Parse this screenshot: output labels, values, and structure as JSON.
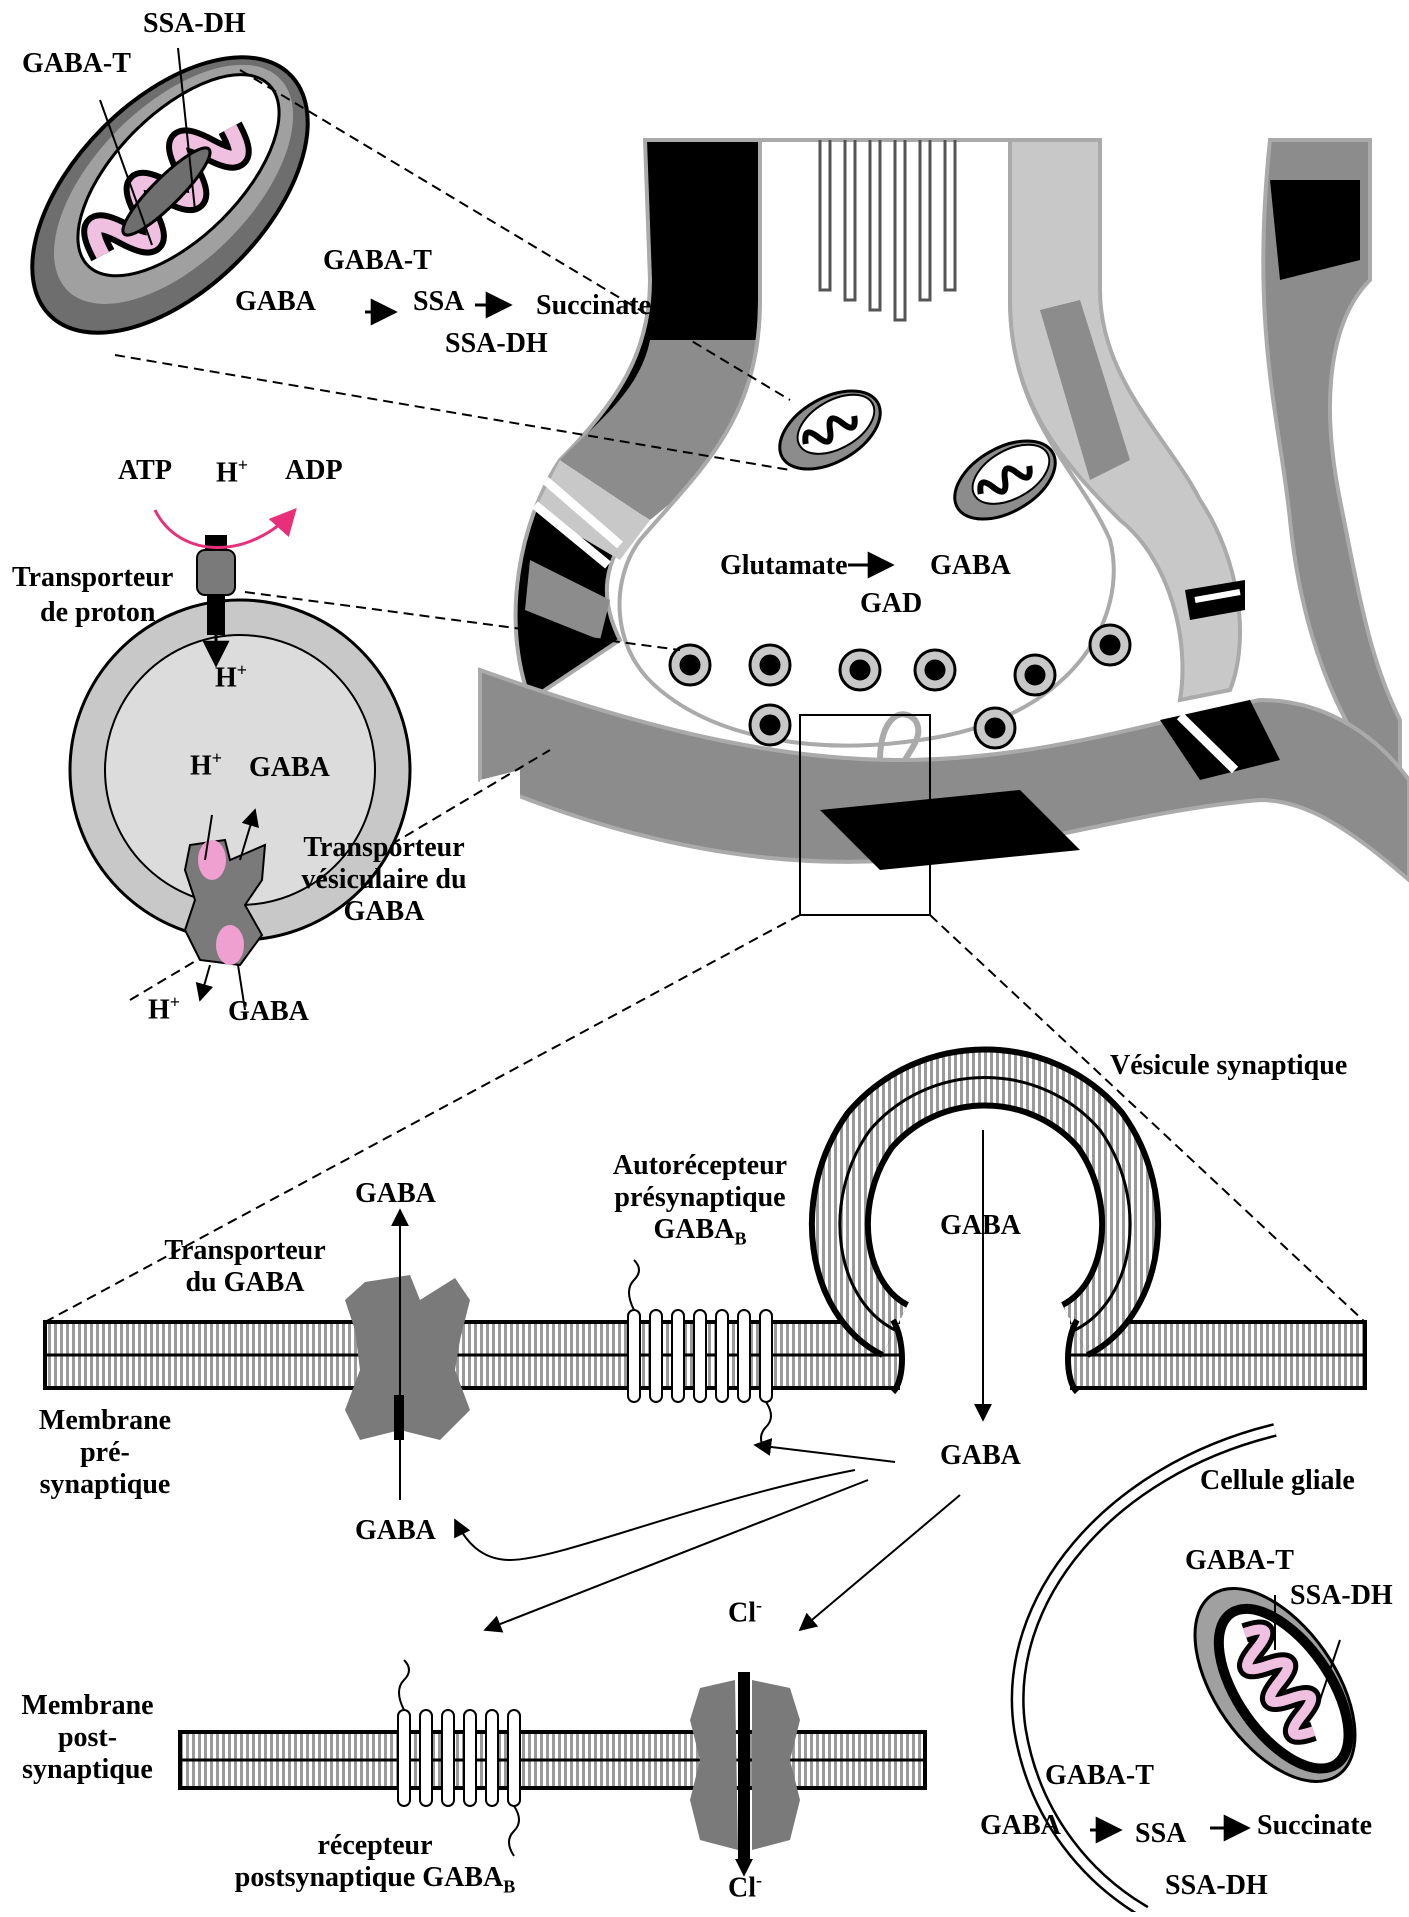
{
  "colors": {
    "black": "#000000",
    "dark_gray": "#6e6e6e",
    "mid_gray": "#8c8c8c",
    "light_gray": "#c8c8c8",
    "white": "#ffffff",
    "pink": "#f0a0d0",
    "atp_arc": "#e8307a"
  },
  "mitochondrion_top": {
    "enzyme_a": "SSA-DH",
    "enzyme_b": "GABA-T",
    "reaction": {
      "top_enzyme": "GABA-T",
      "substrate": "GABA",
      "intermediate": "SSA",
      "product": "Succinate",
      "bottom_enzyme": "SSA-DH"
    }
  },
  "proton_pump": {
    "atp": "ATP",
    "h_in": "H",
    "h_sup": "+",
    "adp": "ADP",
    "pump_label_1": "Transporteur",
    "pump_label_2": "de proton",
    "h_out": "H",
    "h_out_sup": "+"
  },
  "vesicle_detail": {
    "h_label": "H",
    "h_sup": "+",
    "gaba_label": "GABA",
    "transporter_1": "Transporteur",
    "transporter_2": "vésiculaire du",
    "transporter_3": "GABA",
    "bottom_h": "H",
    "bottom_h_sup": "+",
    "bottom_gaba": "GABA"
  },
  "terminal": {
    "synthesis_sub": "Glutamate",
    "synthesis_prod": "GABA",
    "synthesis_enzyme": "GAD"
  },
  "synapse": {
    "vesicle_label": "Vésicule synaptique",
    "gaba_top": "GABA",
    "transporter_1": "Transporteur",
    "transporter_2": "du GABA",
    "autoreceptor_1": "Autorécepteur",
    "autoreceptor_2": "présynaptique",
    "autoreceptor_3": "GABA",
    "autoreceptor_sub": "B",
    "vesicle_gaba": "GABA",
    "released_gaba": "GABA",
    "pre_membrane_1": "Membrane",
    "pre_membrane_2": "pré-",
    "pre_membrane_3": "synaptique",
    "reuptake_gaba": "GABA",
    "cl_top": "Cl",
    "cl_top_sup": "-",
    "post_membrane_1": "Membrane",
    "post_membrane_2": "post-",
    "post_membrane_3": "synaptique",
    "post_receptor_1": "récepteur",
    "post_receptor_2": "postsynaptique GABA",
    "post_receptor_sub": "B",
    "cl_bottom": "Cl",
    "cl_bottom_sup": "-"
  },
  "glia": {
    "cell_label": "Cellule gliale",
    "enzyme_a": "GABA-T",
    "enzyme_b": "SSA-DH",
    "reaction": {
      "top_enzyme": "GABA-T",
      "substrate": "GABA",
      "intermediate": "SSA",
      "product": "Succinate",
      "bottom_enzyme": "SSA-DH"
    }
  }
}
